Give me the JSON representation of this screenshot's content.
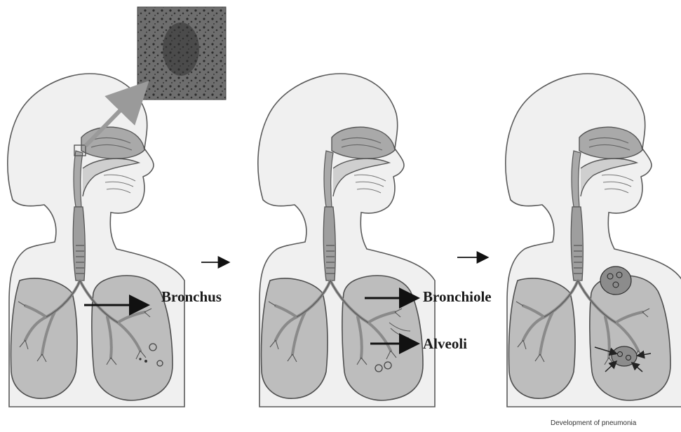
{
  "labels": {
    "bronchus": "Bronchus",
    "bronchiole": "Bronchiole",
    "alveoli": "Alveoli"
  },
  "caption": "Development of pneumonia",
  "panels": [
    {
      "stage": "infection-entry"
    },
    {
      "stage": "spread-to-bronchioles"
    },
    {
      "stage": "pneumonia"
    }
  ],
  "colors": {
    "body_fill": "#f0f0f0",
    "body_outline": "#5a5a5a",
    "lung_fill": "#bdbdbd",
    "airway": "#8a8a8a",
    "arrow": "#111111",
    "callout_arrow": "#9a9a9a",
    "inset": "#6b6b6b"
  }
}
